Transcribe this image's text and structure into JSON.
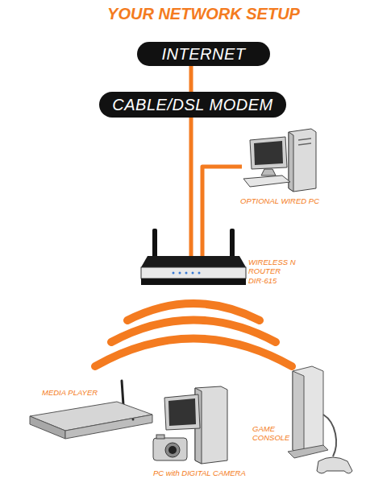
{
  "diagram": {
    "title": "YOUR NETWORK SETUP",
    "nodes": [
      {
        "text": [
          "INTERNET"
        ]
      },
      {
        "text": [
          "CABLE/DSL MODEM"
        ]
      },
      {
        "text": [
          "OPTIONAL WIRED PC"
        ]
      },
      {
        "text": [
          "WIRELESS N ROUTER DIR-615"
        ]
      },
      {
        "text": [
          "MEDIA PLAYER"
        ]
      },
      {
        "text": [
          "PC with DIGITAL CAMERA"
        ]
      },
      {
        "text": [
          "GAME CONSOLE"
        ]
      }
    ],
    "edges": [
      {
        "from": 0,
        "to": 1,
        "arrow": "none"
      },
      {
        "from": 1,
        "to": 3,
        "arrow": "none"
      },
      {
        "from": 3,
        "to": 2,
        "arrow": "none"
      }
    ]
  }
}
